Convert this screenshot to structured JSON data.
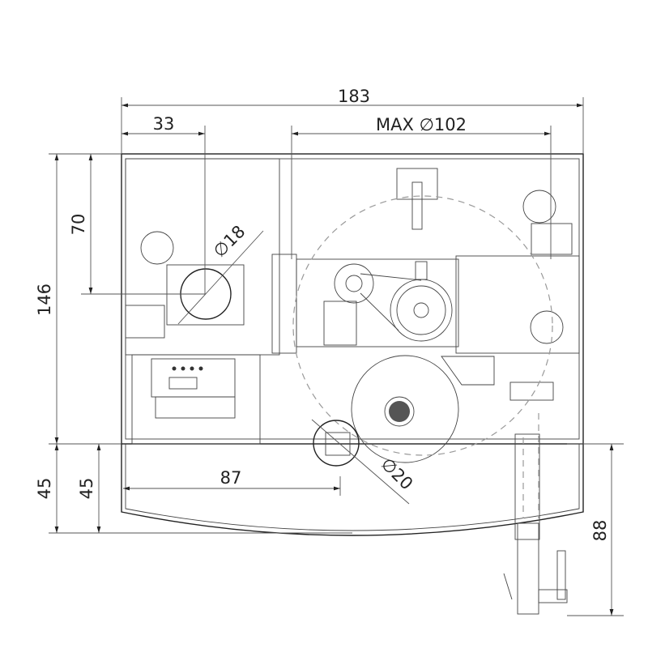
{
  "drawing": {
    "title": "Machine top view dimensional drawing",
    "dimensions": {
      "overall_width": "183",
      "left_offset": "33",
      "max_diameter": "MAX ∅102",
      "overall_depth": "146",
      "hole_offset_y": "70",
      "front_depth_a": "45",
      "front_depth_b": "45",
      "hole_offset_x": "87",
      "hole_diameter_1": "∅18",
      "hole_diameter_2": "∅20",
      "arm_length": "88"
    },
    "colors": {
      "line": "#222222",
      "dimension": "#555555",
      "hidden": "#999999"
    }
  }
}
